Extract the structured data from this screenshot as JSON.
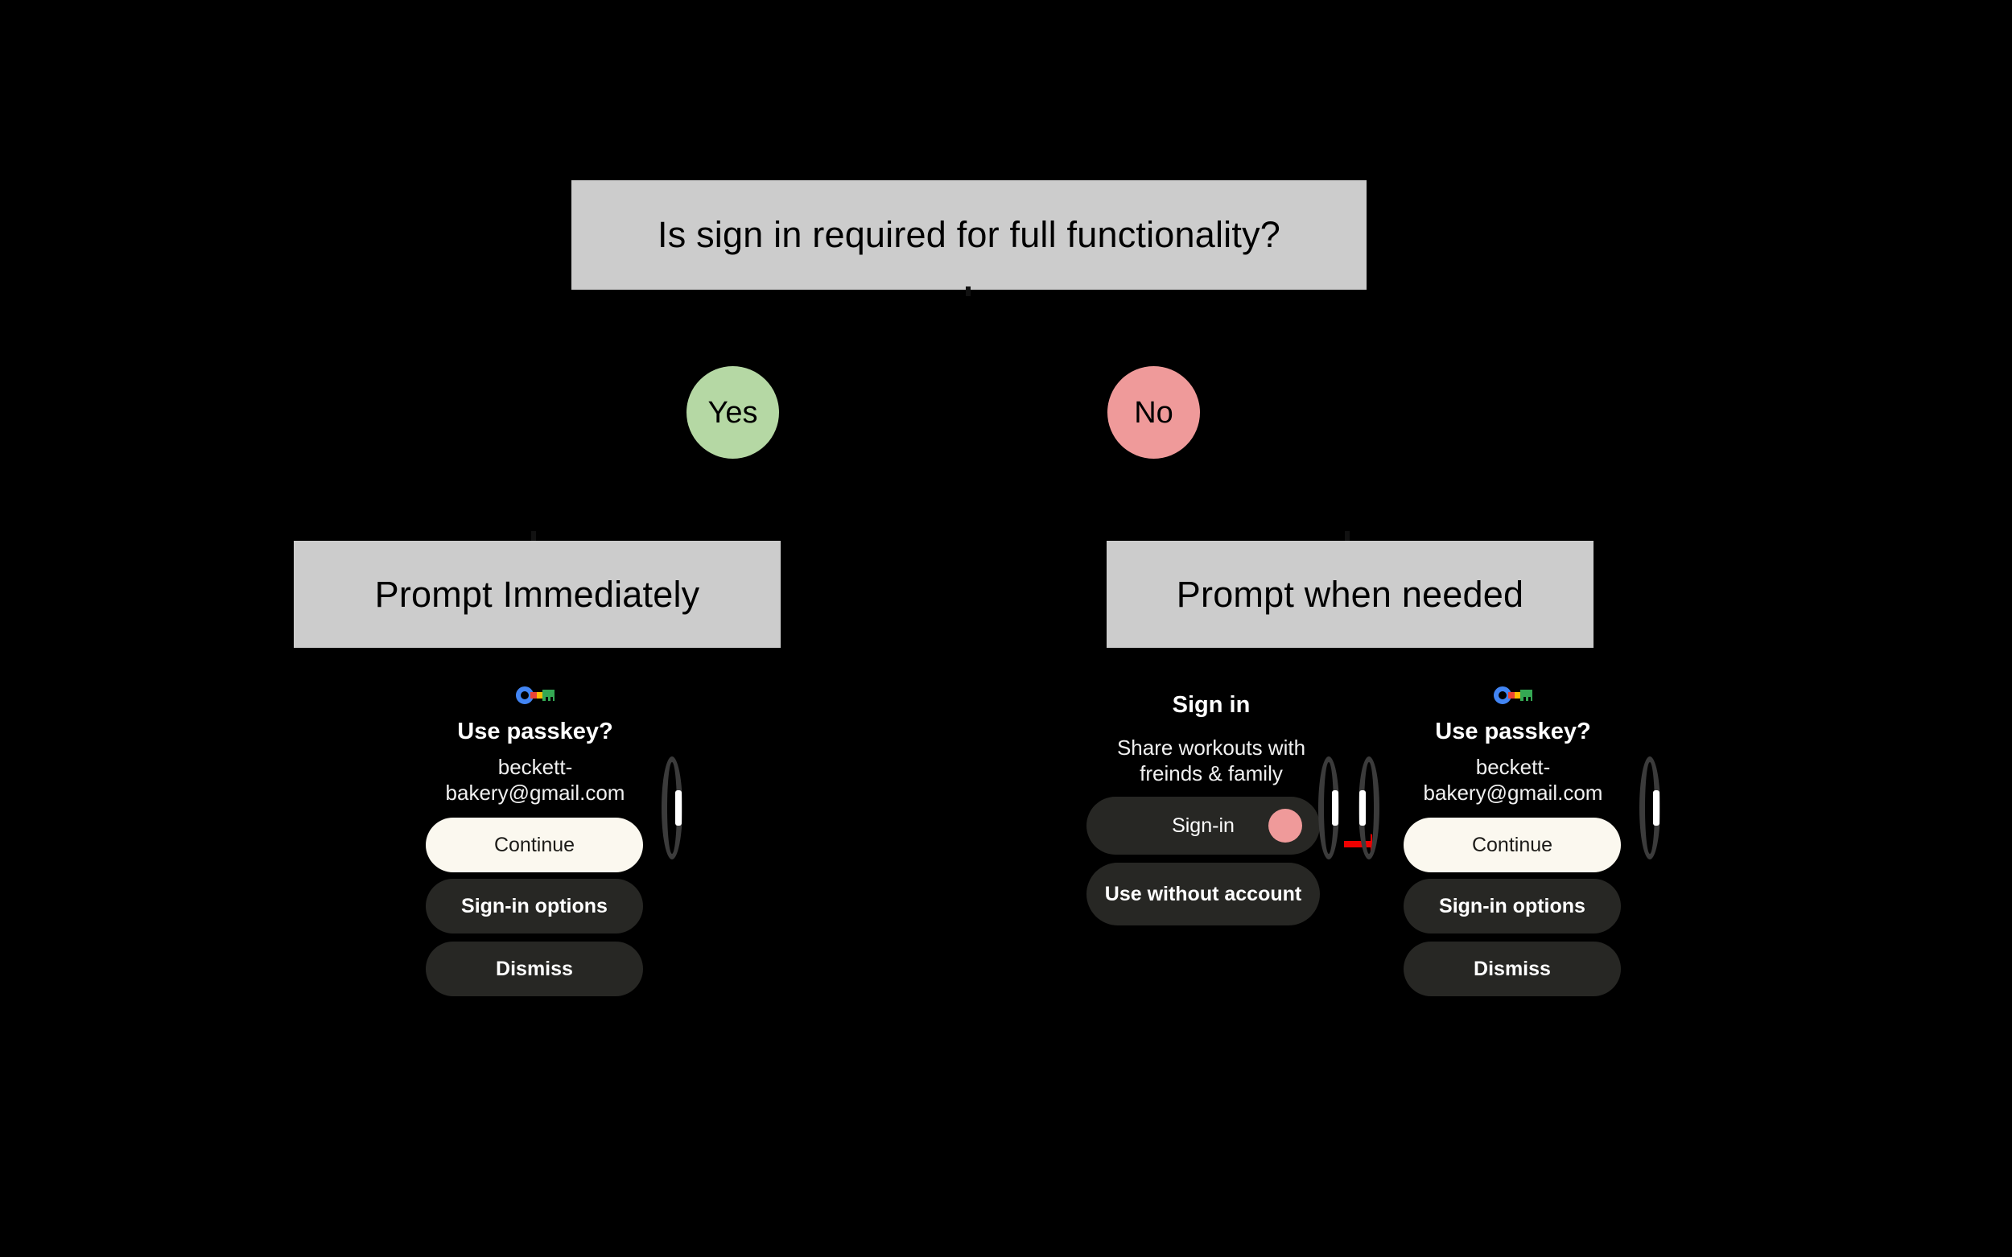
{
  "diagram": {
    "background_color": "#000000",
    "box_fill": "#cccccc",
    "question": "Is sign in required for full functionality?",
    "branches": [
      {
        "label": "Yes",
        "color": "#b5d8a4"
      },
      {
        "label": "No",
        "color": "#ef9a9a"
      }
    ],
    "outcomes": [
      {
        "label": "Prompt Immediately"
      },
      {
        "label": "Prompt when needed"
      }
    ],
    "annotation": {
      "arrow_color": "#ee0000",
      "name": "red-arrow-pointing-to-continue"
    }
  },
  "mockups": {
    "left": {
      "name": "use-passkey-watch",
      "icon": "google-passkey-key-icon",
      "title": "Use passkey?",
      "subtitle_line1": "beckett-",
      "subtitle_line2": "bakery@gmail.com",
      "buttons": [
        {
          "label": "Continue",
          "style": "primary"
        },
        {
          "label": "Sign-in options",
          "style": "secondary"
        },
        {
          "label": "Dismiss",
          "style": "secondary"
        }
      ]
    },
    "middle": {
      "name": "sign-in-watch",
      "title": "Sign in",
      "subtitle_line1": "Share workouts with",
      "subtitle_line2": "freinds & family",
      "buttons": [
        {
          "label": "Sign-in",
          "style": "plain",
          "touch_dot_color": "#ef9a9a"
        },
        {
          "label": "Use without account",
          "style": "secondary"
        }
      ]
    },
    "right": {
      "name": "use-passkey-watch-after-signin",
      "icon": "google-passkey-key-icon",
      "title": "Use passkey?",
      "subtitle_line1": "beckett-",
      "subtitle_line2": "bakery@gmail.com",
      "buttons": [
        {
          "label": "Continue",
          "style": "primary"
        },
        {
          "label": "Sign-in options",
          "style": "secondary"
        },
        {
          "label": "Dismiss",
          "style": "secondary"
        }
      ]
    }
  }
}
